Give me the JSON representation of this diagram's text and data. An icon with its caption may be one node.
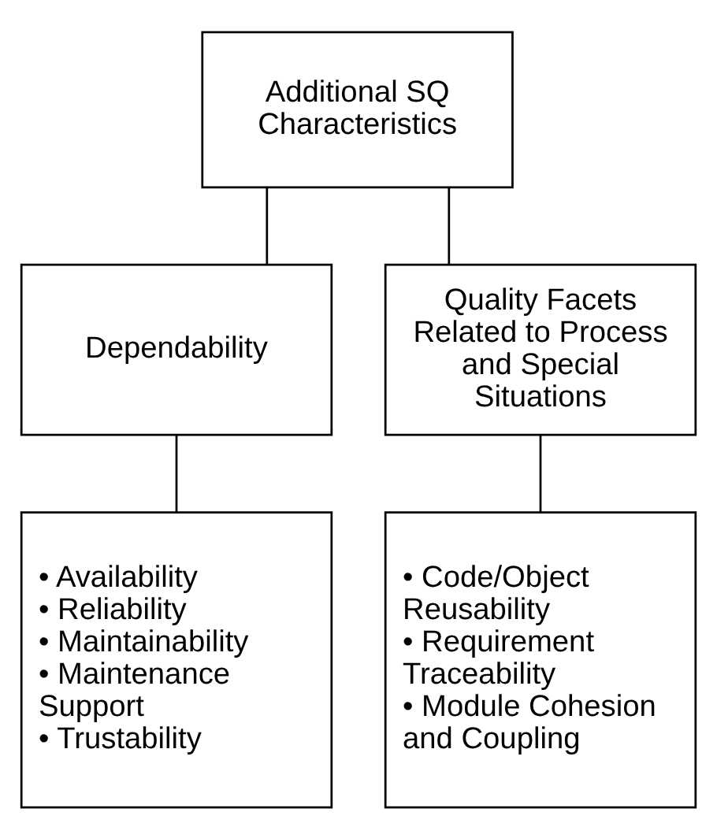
{
  "diagram": {
    "nodes": [
      {
        "text": [
          "Additional SQ Characteristics"
        ]
      },
      {
        "text": [
          "Dependability"
        ]
      },
      {
        "text": [
          "Quality Facets Related to Process and Special Situations"
        ]
      },
      {
        "text": [
          "• Availability",
          "• Reliability",
          "• Maintainability",
          "• Maintenance Support",
          "• Trustability"
        ]
      },
      {
        "text": [
          "• Code/Object Reusability",
          "• Requirement Traceability",
          "• Module Cohesion and Coupling"
        ]
      }
    ],
    "edges": [
      {
        "from": 0,
        "to": 1,
        "arrow": "none"
      },
      {
        "from": 0,
        "to": 2,
        "arrow": "none"
      },
      {
        "from": 1,
        "to": 3,
        "arrow": "none"
      },
      {
        "from": 2,
        "to": 4,
        "arrow": "none"
      }
    ]
  }
}
